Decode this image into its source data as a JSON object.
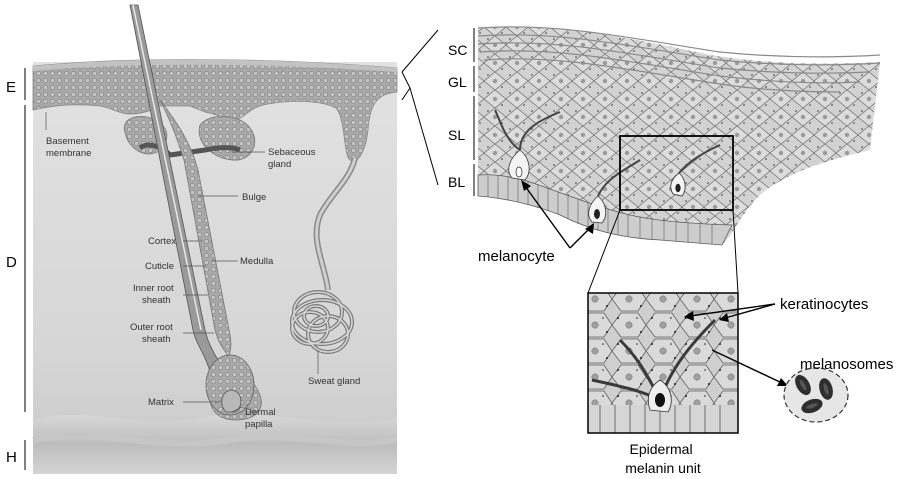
{
  "layers": {
    "epidermis": "E",
    "dermis": "D",
    "hypodermis": "H",
    "stratum_corneum": "SC",
    "granular_layer": "GL",
    "spinous_layer": "SL",
    "basal_layer": "BL"
  },
  "hair_labels": {
    "basement_membrane": [
      "Basement",
      "membrane"
    ],
    "sebaceous_gland": [
      "Sebaceous",
      "gland"
    ],
    "bulge": "Bulge",
    "cortex": "Cortex",
    "medulla": "Medulla",
    "cuticle": "Cuticle",
    "inner_root_sheath": [
      "Inner root",
      "sheath"
    ],
    "outer_root_sheath": [
      "Outer root",
      "sheath"
    ],
    "sweat_gland": "Sweat gland",
    "matrix": "Matrix",
    "dermal_papilla": [
      "Dermal",
      "papilla"
    ]
  },
  "cell_labels": {
    "melanocyte": "melanocyte",
    "keratinocytes": "keratinocytes",
    "melanosomes": "melanosomes",
    "melanin_unit": [
      "Epidermal",
      "melanin unit"
    ]
  },
  "colors": {
    "dermis": "#dcdcdc",
    "epidermis": "#a5a5a5",
    "tissue_cell": "#d3d3d3",
    "melanin": "#2e2e2e"
  }
}
